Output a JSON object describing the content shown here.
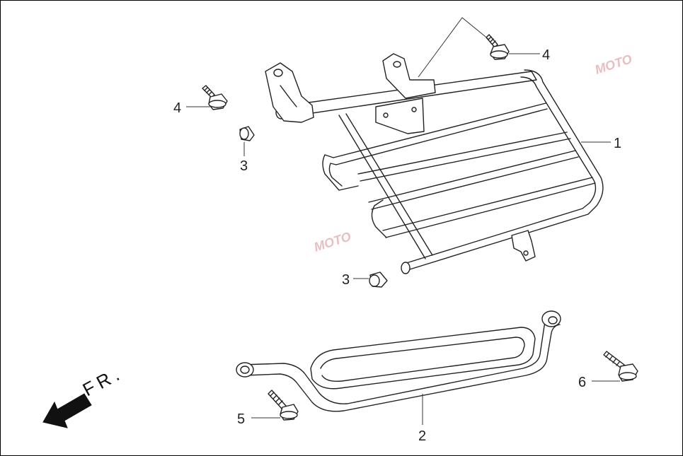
{
  "labels": {
    "p1": "1",
    "p2": "2",
    "p3a": "3",
    "p3b": "3",
    "p4a": "4",
    "p4b": "4",
    "p5": "5",
    "p6": "6"
  },
  "direction": "FR.",
  "watermark": "MOTO"
}
